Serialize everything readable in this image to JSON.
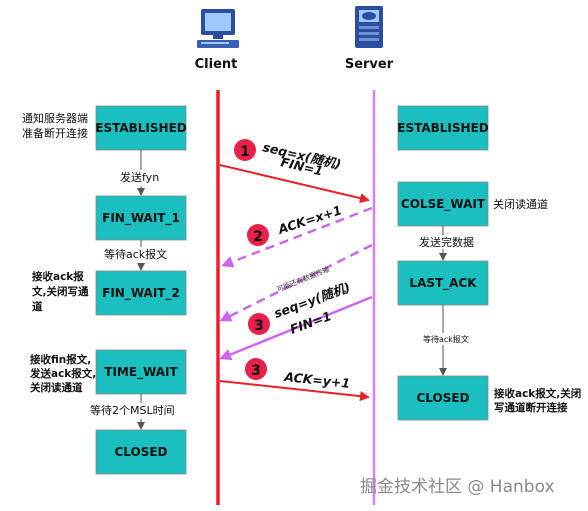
{
  "header": {
    "client_label": "Client",
    "server_label": "Server"
  },
  "client_states": {
    "established": "ESTABLISHED",
    "fin_wait_1": "FIN_WAIT_1",
    "fin_wait_2": "FIN_WAIT_2",
    "time_wait": "TIME_WAIT",
    "closed": "CLOSED"
  },
  "server_states": {
    "established": "ESTABLISHED",
    "close_wait": "COLSE_WAIT",
    "last_ack": "LAST_ACK",
    "closed": "CLOSED"
  },
  "client_notes": {
    "notify_line1": "通知服务器端",
    "notify_line2": "准备断开连接",
    "send_fyn": "发送fyn",
    "wait_ack": "等待ack报文",
    "recv_ack_line1": "接收ack报",
    "recv_ack_line2": "文,关闭写通",
    "recv_ack_line3": "道",
    "recv_fin_line1": "接收fin报文,",
    "recv_fin_line2": "发送ack报文,",
    "recv_fin_line3": "关闭读通道",
    "wait_msl": "等待2个MSL时间"
  },
  "server_notes": {
    "close_read": "关闭读通道",
    "send_done": "发送完数据",
    "wait_ack": "等待ack报文",
    "final_line1": "接收ack报文,关闭",
    "final_line2": "写通道断开连接"
  },
  "messages": {
    "m1_number": "1",
    "m1_line1": "seq=x(随机)",
    "m1_line2": "FIN=1",
    "m2_number": "2",
    "m2_text": "ACK=x+1",
    "m_data_text": "可能还有数据传输",
    "m3_number": "3",
    "m3_line1": "seq=y(随机)",
    "m3_line2": "FIN=1",
    "m4_number": "3",
    "m4_text": "ACK=y+1"
  },
  "watermark": "掘金技术社区 @ Hanbox",
  "colors": {
    "state_fill": "#1bbfbf",
    "client_line": "#e8202a",
    "server_line": "#d77ef0",
    "badge": "#e8204a",
    "ack_dashed": "#cc66ee"
  }
}
